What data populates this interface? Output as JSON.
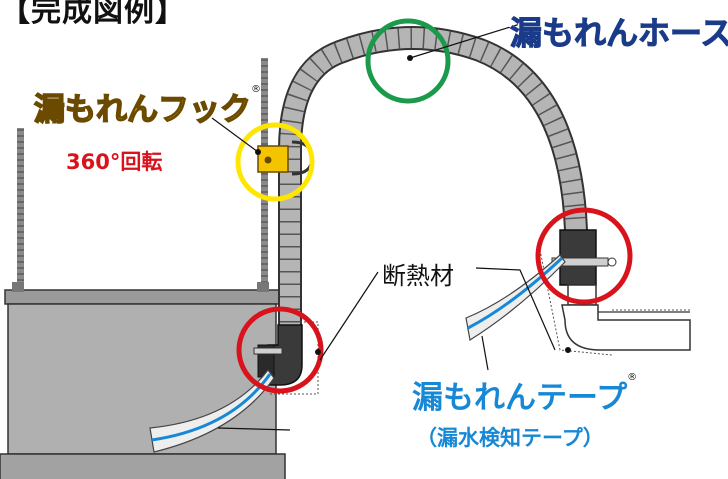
{
  "title": "【完成図例】",
  "labels": {
    "hose": "漏もれんホース",
    "hook": "漏もれんフック",
    "rotation": "360°回転",
    "insulation": "断熱材",
    "tape": "漏もれんテープ",
    "tape_sub": "（漏水検知テープ）",
    "registered": "®"
  },
  "colors": {
    "hose_label": "#1a3a8a",
    "hook_label": "#f5c400",
    "rotation": "#d8131c",
    "tape_label": "#1688d6",
    "green_circle": "#1a9a4a",
    "yellow_circle": "#ffe600",
    "red_circle": "#d8131c",
    "hose_body": "#b5b5b5",
    "unit_body": "#b0b0b0"
  }
}
